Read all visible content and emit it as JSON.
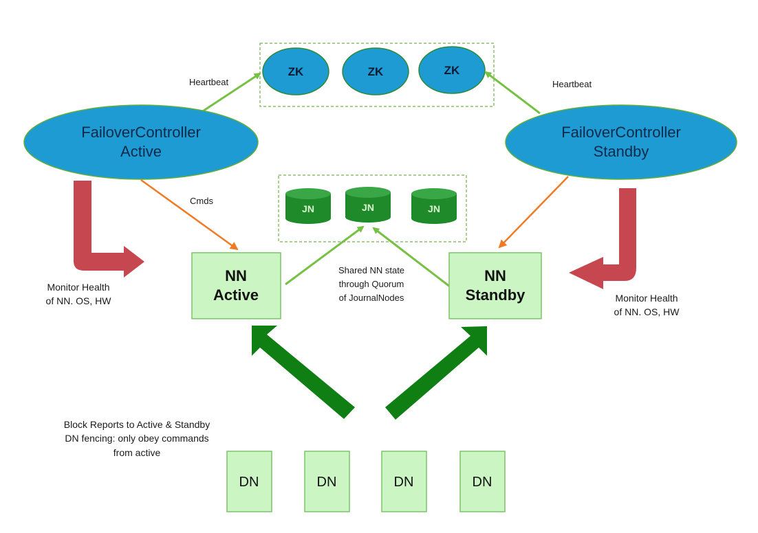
{
  "colors": {
    "controller_fill": "#1f9bd4",
    "zk_fill": "#1f9bd4",
    "jn_fill": "#1e8a2a",
    "nn_fill": "#ccf5c4",
    "dn_fill": "#ccf5c4",
    "heartbeat_line": "#76c043",
    "cmds_line": "#f07a25",
    "monitor_arrow": "#c6474f",
    "block_report_arrow": "#0f7f14",
    "dashed_border": "#8bbf6a"
  },
  "zookeeper": {
    "nodes": [
      "ZK",
      "ZK",
      "ZK"
    ]
  },
  "journal_nodes": {
    "nodes": [
      "JN",
      "JN",
      "JN"
    ]
  },
  "controllers": {
    "active": {
      "line1": "FailoverController",
      "line2": "Active"
    },
    "standby": {
      "line1": "FailoverController",
      "line2": "Standby"
    }
  },
  "namenodes": {
    "active": {
      "line1": "NN",
      "line2": "Active"
    },
    "standby": {
      "line1": "NN",
      "line2": "Standby"
    }
  },
  "datanodes": [
    "DN",
    "DN",
    "DN",
    "DN"
  ],
  "labels": {
    "heartbeat_left": "Heartbeat",
    "heartbeat_right": "Heartbeat",
    "cmds": "Cmds",
    "shared_state": [
      "Shared NN state",
      "through Quorum",
      "of JournalNodes"
    ],
    "monitor_left": [
      "Monitor Health",
      "of NN. OS, HW"
    ],
    "monitor_right": [
      "Monitor Health",
      "of NN. OS, HW"
    ],
    "block_reports": [
      "Block Reports to Active & Standby",
      "DN fencing: only obey commands",
      "from active"
    ]
  }
}
